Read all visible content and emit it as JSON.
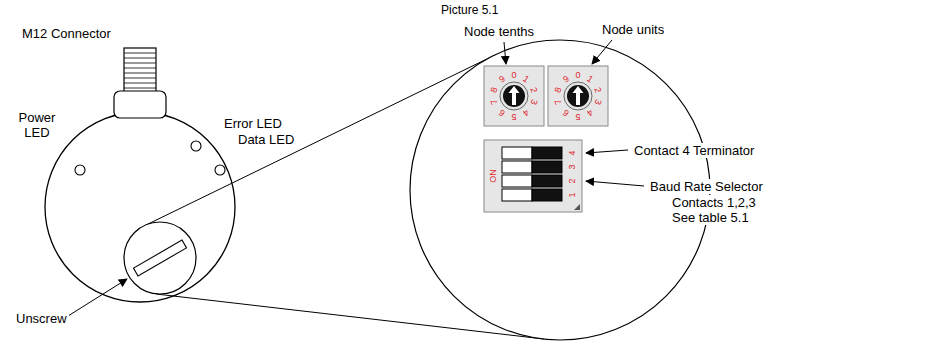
{
  "diagram": {
    "title": "Picture 5.1",
    "labels": [
      "M12 Connector",
      "Power LED",
      "Error LED",
      "Data LED",
      "Unscrew",
      "Node tenths",
      "Node units",
      "0",
      "1",
      "2",
      "3",
      "4",
      "5",
      "6",
      "7",
      "8",
      "9",
      "0",
      "1",
      "2",
      "3",
      "4",
      "5",
      "6",
      "7",
      "8",
      "9",
      "ON",
      "4",
      "3",
      "2",
      "1",
      "Contact 4 Terminator",
      "Baud Rate Selector",
      "Contacts 1,2,3",
      "See table 5.1"
    ]
  }
}
